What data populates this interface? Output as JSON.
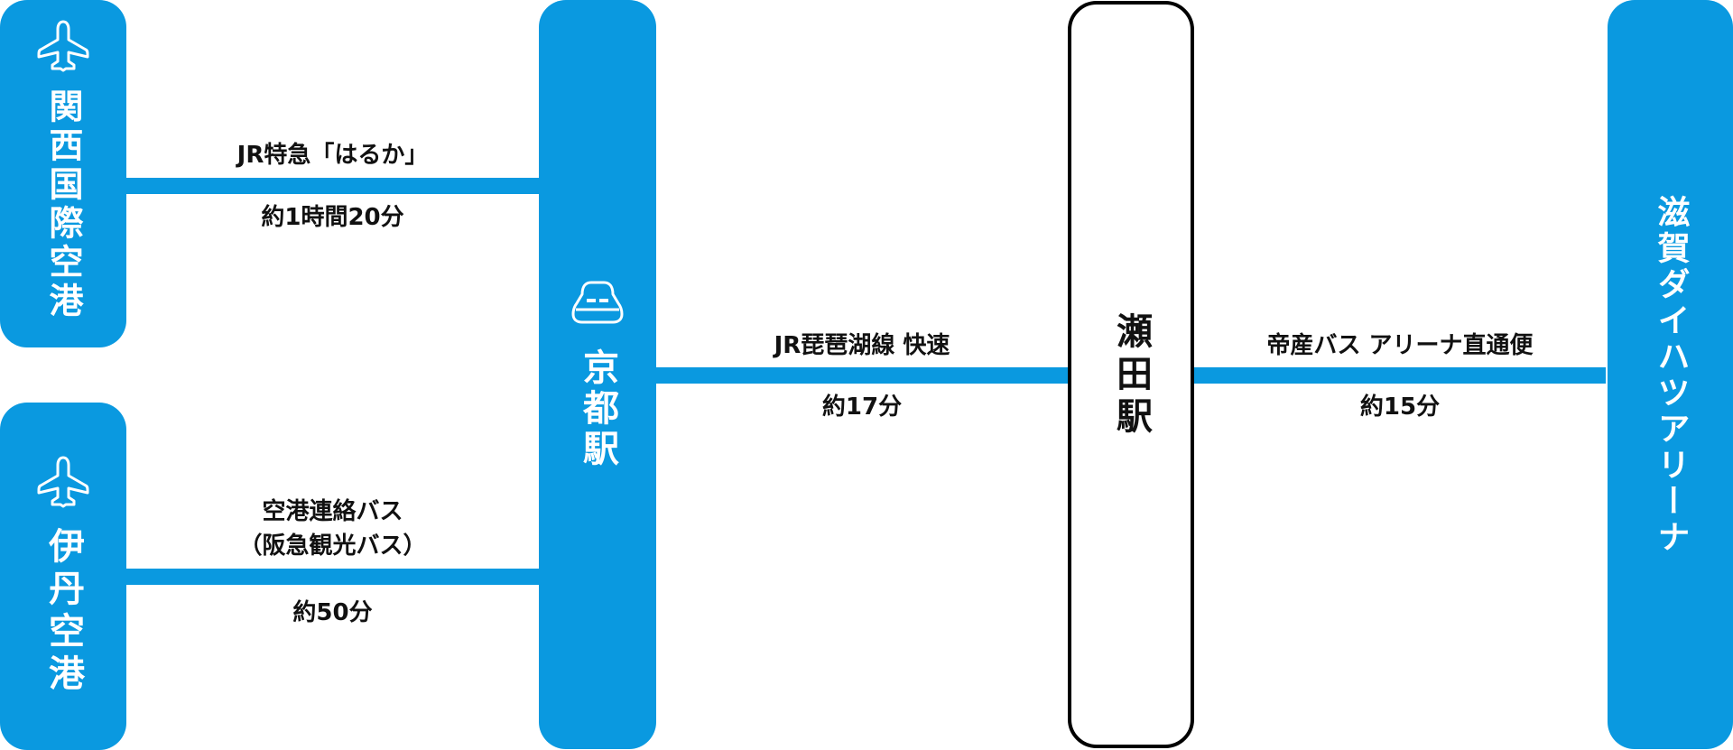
{
  "stations": {
    "kansai": {
      "name": "関西国際空港",
      "icon": "airplane-icon"
    },
    "itami": {
      "name": "伊丹空港",
      "icon": "airplane-icon"
    },
    "kyoto": {
      "name": "京都駅",
      "icon": "shinkansen-icon"
    },
    "seta": {
      "name": "瀬田駅"
    },
    "arena": {
      "name": "滋賀ダイハツアリーナ"
    }
  },
  "routes": {
    "kansai_kyoto": {
      "service": "JR特急「はるか」",
      "duration": "約1時間20分"
    },
    "itami_kyoto": {
      "service_line1": "空港連絡バス",
      "service_line2": "（阪急観光バス）",
      "duration": "約50分"
    },
    "kyoto_seta": {
      "service": "JR琵琶湖線 快速",
      "duration": "約17分"
    },
    "seta_arena": {
      "service": "帝産バス アリーナ直通便",
      "duration": "約15分"
    }
  },
  "colors": {
    "accent": "#0a99e0",
    "text": "#111111",
    "seta_border": "#000000",
    "background": "#ffffff"
  }
}
